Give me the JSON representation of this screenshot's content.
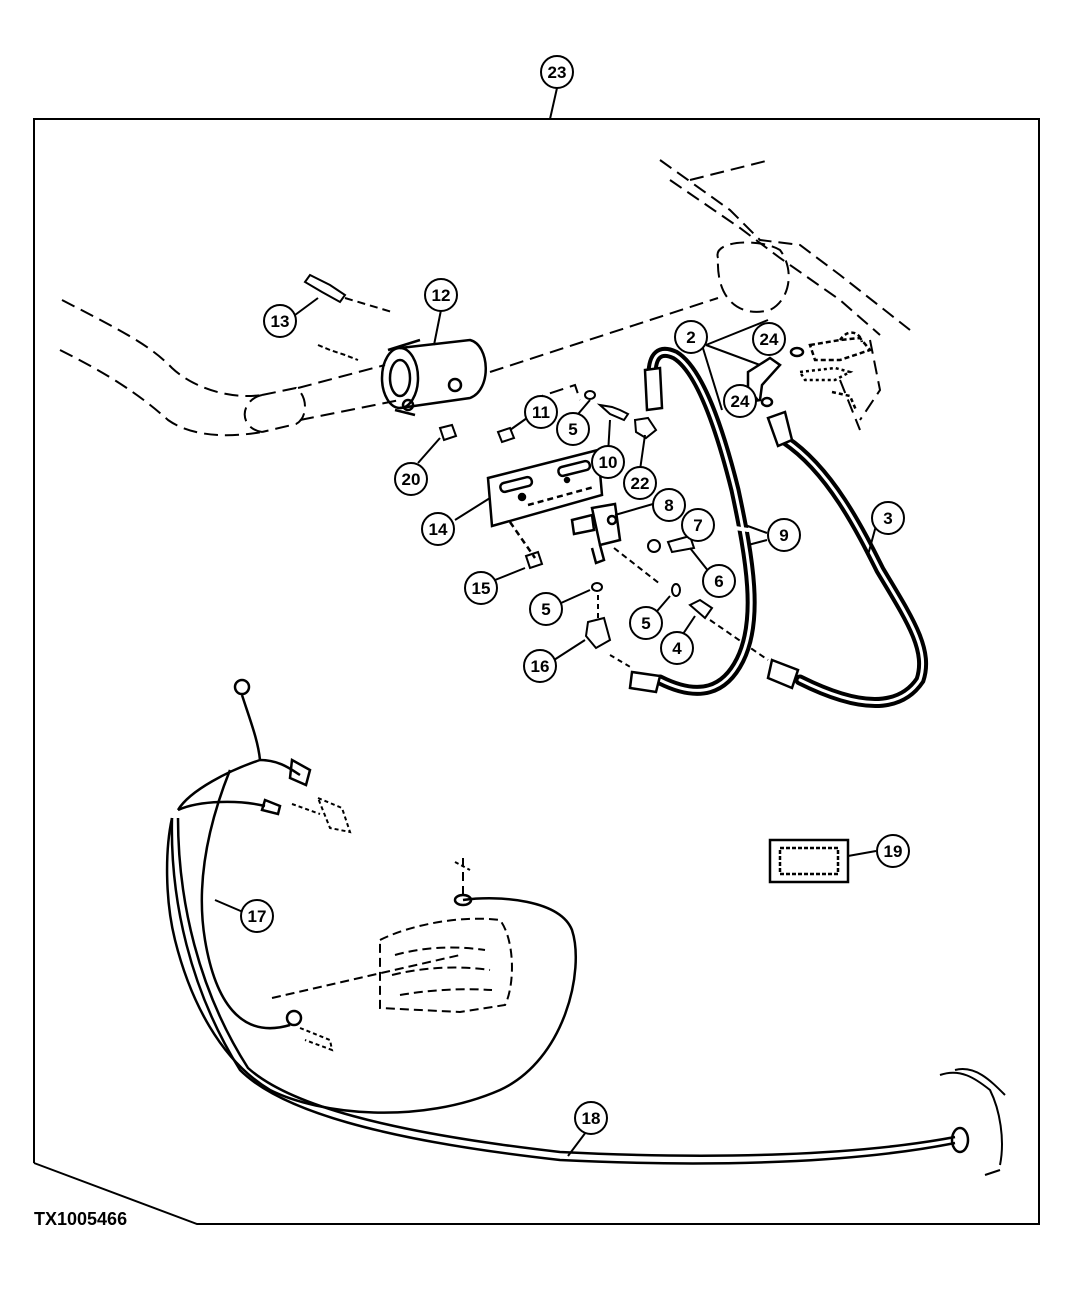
{
  "figure_id": "TX1005466",
  "callouts": [
    "23",
    "12",
    "13",
    "2",
    "24",
    "24",
    "11",
    "5",
    "10",
    "22",
    "20",
    "14",
    "8",
    "7",
    "9",
    "3",
    "15",
    "6",
    "5",
    "5",
    "4",
    "16",
    "19",
    "17",
    "18"
  ]
}
